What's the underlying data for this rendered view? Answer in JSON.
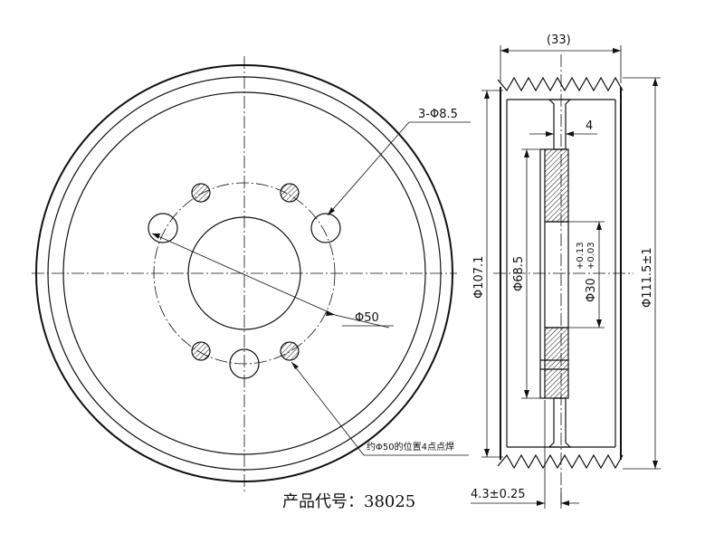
{
  "front_view": {
    "label_holes": "3-Φ8.5",
    "label_pcd": "Φ50",
    "label_weld": "约Φ50的位置4点点焊"
  },
  "side_view": {
    "dim_width": "(33)",
    "dim_web": "4",
    "dim_d107": "Φ107.1",
    "dim_d68": "Φ68.5",
    "dim_d30": "Φ30",
    "dim_d30_tol_upper": "+0.13",
    "dim_d30_tol_lower": "+0.03",
    "dim_d111": "Φ111.5±1",
    "dim_offset": "4.3±0.25"
  },
  "product_code": "产品代号：38025"
}
